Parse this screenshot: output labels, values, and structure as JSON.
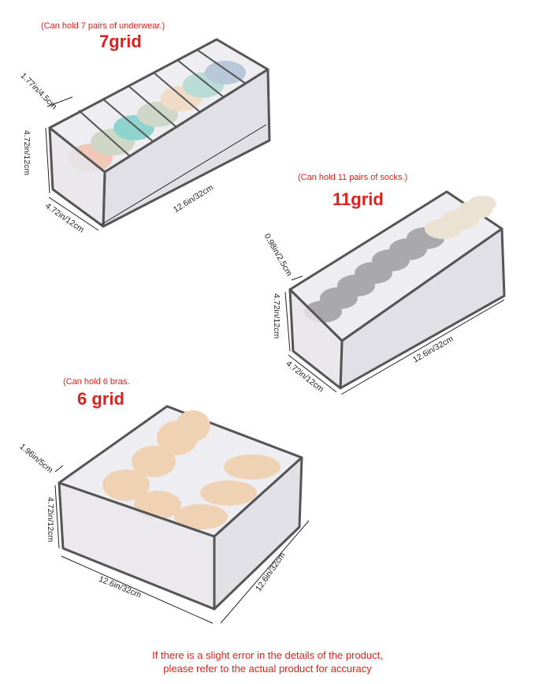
{
  "products": [
    {
      "caption": "(Can hold 7 pairs of underwear.)",
      "title": "7grid",
      "depth": "1.77in/4.5cm",
      "height": "4.72in/12cm",
      "width": "4.72in/12cm",
      "length": "12.6in/32cm",
      "compartments": 7
    },
    {
      "caption": "(Can hold 11 pairs of socks.)",
      "title": "11grid",
      "depth": "0.98in/2.5cm",
      "height": "4.72in/12cm",
      "width": "4.72in/12cm",
      "length": "12.6in/32cm",
      "compartments": 11
    },
    {
      "caption": "(Can hold 6 bras.",
      "title": "6 grid",
      "depth": "1.96in/5cm",
      "height": "4.72in/12cm",
      "width": "12.6in/32cm",
      "length": "12.6in/32cm",
      "compartments": 6
    }
  ],
  "footer": {
    "line1": "If there is a slight error in the details of the product,",
    "line2": "please refer to the actual product for accuracy"
  },
  "colors": {
    "accent": "#e0201c",
    "frame": "#555555",
    "mesh": "#e4e2e8"
  }
}
